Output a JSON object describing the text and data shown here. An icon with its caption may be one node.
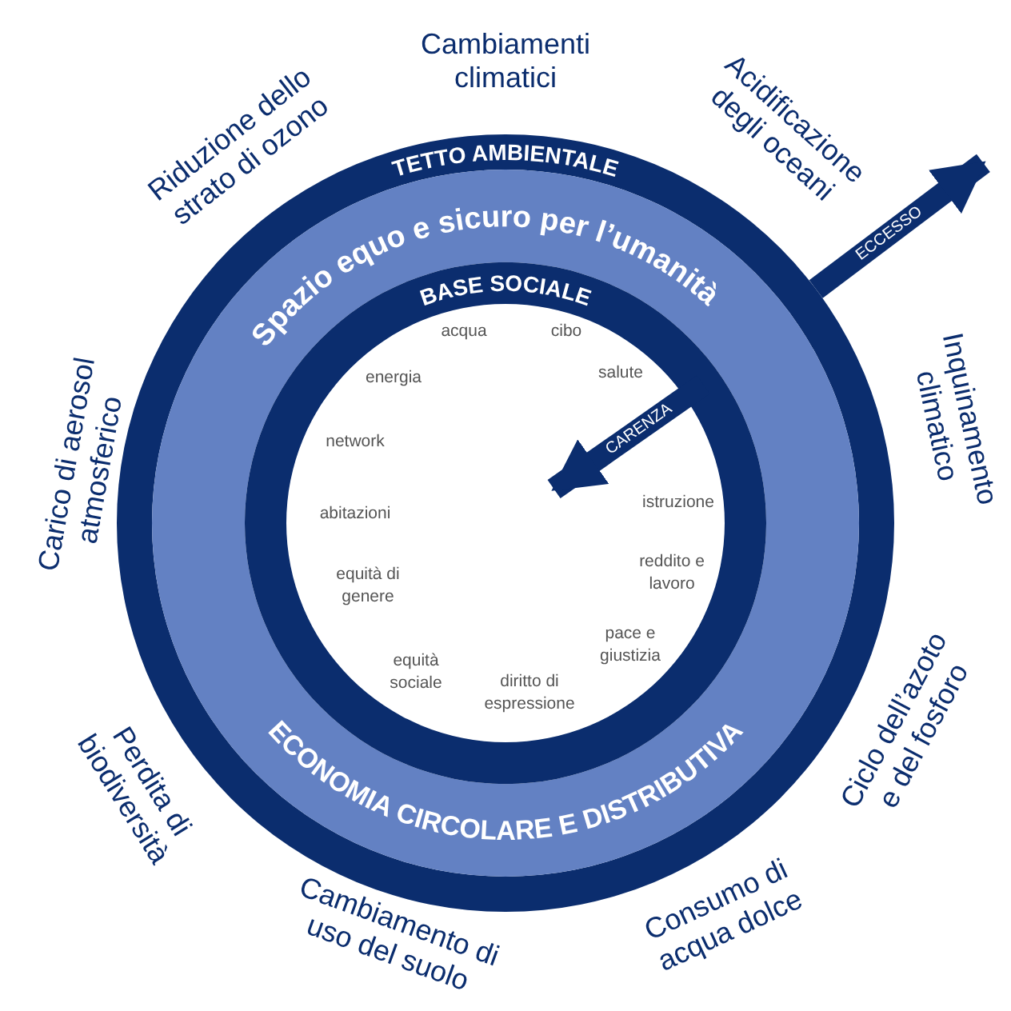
{
  "diagram": {
    "labels": [
      "Cambiamenti climatici",
      "Acidificazione degli oceani",
      "Inquinamento climatico",
      "Ciclo dell’azoto e del fosforo",
      "Consumo di acqua dolce",
      "Cambiamento di uso del suolo",
      "Perdita di biodiversità",
      "Carico di aerosol atmosferico",
      "Riduzione dello strato di ozono",
      "TETTO AMBIENTALE",
      "Spazio equo e sicuro per l’umanità",
      "BASE SOCIALE",
      "ECCESSO",
      "CARENZA",
      "acqua",
      "cibo",
      "energia",
      "salute",
      "network",
      "istruzione",
      "abitazioni",
      "reddito e lavoro",
      "equità di genere",
      "pace e giustizia",
      "equità sociale",
      "diritto di espressione",
      "ECONOMIA CIRCOLARE E DISTRIBUTIVA"
    ]
  }
}
